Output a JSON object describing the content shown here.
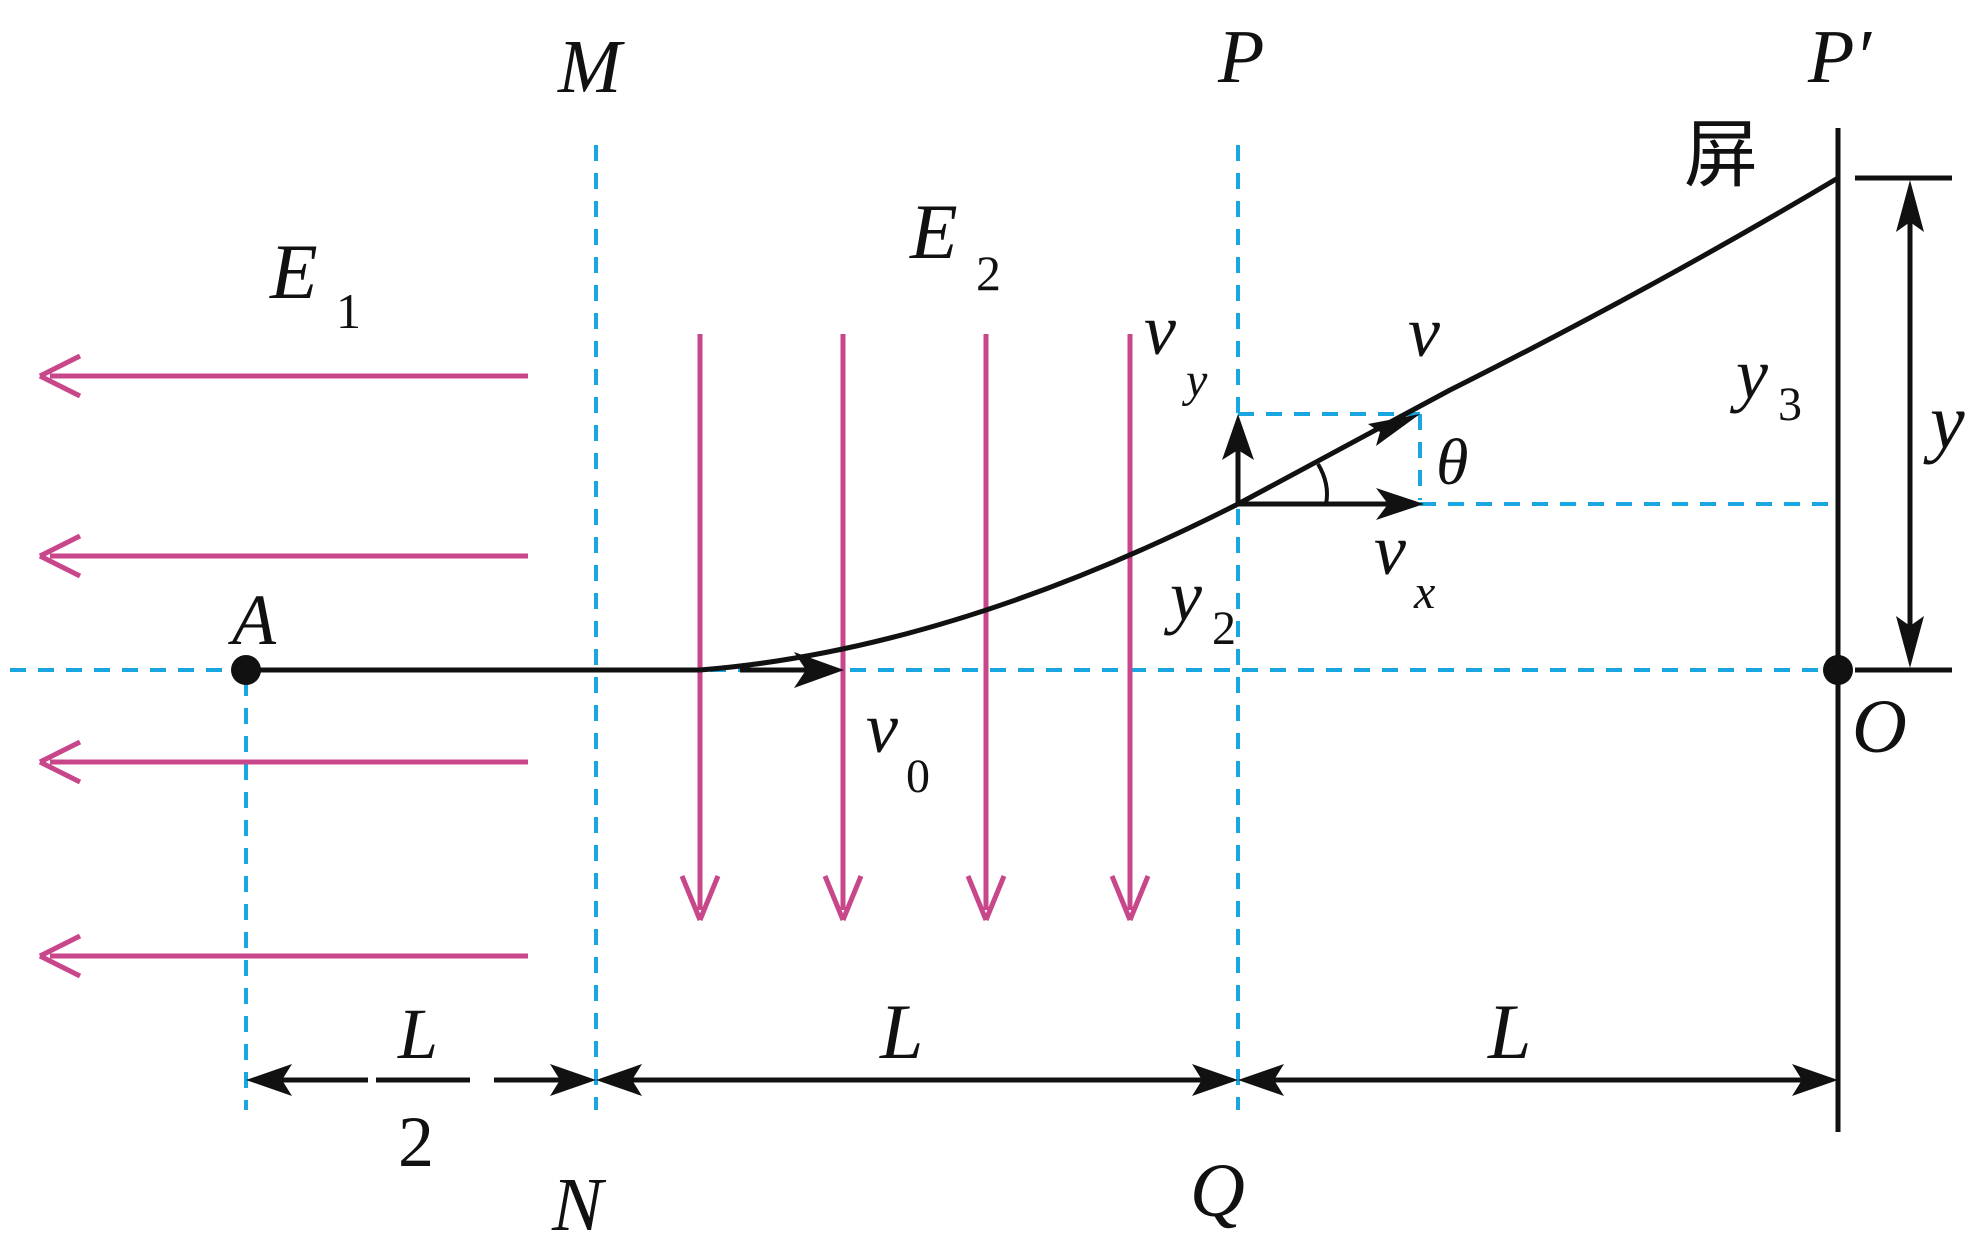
{
  "labels": {
    "M": "M",
    "N": "N",
    "P": "P",
    "Q": "Q",
    "P_prime": "P′",
    "A": "A",
    "O": "O",
    "screen": "屏",
    "E1_main": "E",
    "E1_sub": "1",
    "E2_main": "E",
    "E2_sub": "2",
    "v": "v",
    "vy_main": "v",
    "vy_sub": "y",
    "vx_main": "v",
    "vx_sub": "x",
    "v0_main": "v",
    "v0_sub": "0",
    "theta": "θ",
    "y": "y",
    "y2_main": "y",
    "y2_sub": "2",
    "y3_main": "y",
    "y3_sub": "3",
    "dim_half_num": "L",
    "dim_half_den": "2",
    "dim_mid": "L",
    "dim_right": "L"
  },
  "colors": {
    "field_arrows": "#c8468a",
    "dashed_guides": "#1aa6e0",
    "trajectory": "#111111"
  }
}
